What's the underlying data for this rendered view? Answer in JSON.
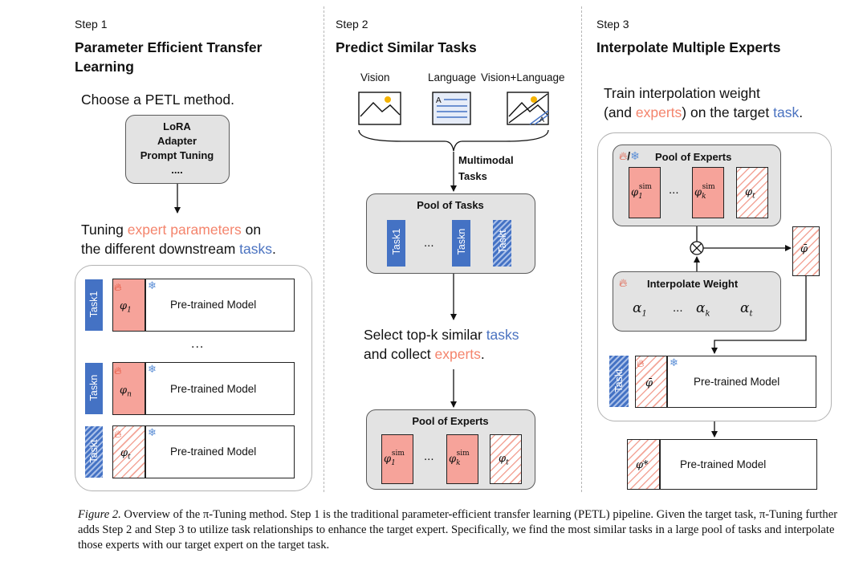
{
  "step1": {
    "step": "Step 1",
    "title": "Parameter Efficient Transfer Learning",
    "choose_text": "Choose a PETL method.",
    "methods": [
      "LoRA",
      "Adapter",
      "Prompt Tuning",
      "...."
    ],
    "tune_prefix": "Tuning ",
    "tune_highlight": "expert parameters",
    "tune_suffix": " on",
    "tune_line2_prefix": "the different downstream ",
    "tune_line2_highlight": "tasks",
    "tune_line2_suffix": ".",
    "rows": [
      {
        "task": "Task1",
        "expert": "φ",
        "sub": "1",
        "model": "Pre-trained Model",
        "hatched": false
      },
      {
        "task": "Taskn",
        "expert": "φ",
        "sub": "n",
        "model": "Pre-trained Model",
        "hatched": false
      },
      {
        "task": "Taskt",
        "expert": "φ",
        "sub": "t",
        "model": "Pre-trained Model",
        "hatched": true
      }
    ],
    "ellipsis": "..."
  },
  "step2": {
    "step": "Step 2",
    "title": "Predict Similar Tasks",
    "modalities": [
      "Vision",
      "Language",
      "Vision+Language"
    ],
    "multimodal": "Multimodal",
    "tasks_label": "Tasks",
    "pool_tasks": "Pool of Tasks",
    "task_bars": [
      "Task1",
      "Taskn",
      "Taskt"
    ],
    "ellipsis": "...",
    "select_prefix": "Select top-k similar ",
    "select_highlight": "tasks",
    "collect_prefix": "and collect ",
    "collect_highlight": "experts",
    "collect_suffix": ".",
    "pool_experts": "Pool of Experts",
    "experts": [
      "φ1sim",
      "φksim",
      "φt"
    ]
  },
  "step3": {
    "step": "Step 3",
    "title": "Interpolate Multiple Experts",
    "train_line1": "Train interpolation weight",
    "train_prefix": "(and ",
    "train_highlight": "experts",
    "train_mid": ") on the target ",
    "train_highlight2": "task",
    "train_suffix": ".",
    "pool_experts": "Pool of Experts",
    "interp_weight": "Interpolate Weight",
    "alphas": [
      "α1",
      "...",
      "αk",
      "αt"
    ],
    "phi_bar": "φ̄",
    "task_label": "Taskt",
    "model": "Pre-trained Model",
    "final_expert": "φ*",
    "final_model": "Pre-trained Model"
  },
  "caption": {
    "label": "Figure 2.",
    "text": " Overview of the π-Tuning method. Step 1 is the traditional parameter-efficient transfer learning (PETL) pipeline. Given the target task, π-Tuning further adds Step 2 and Step 3 to utilize task relationships to enhance the target expert. Specifically, we find the most similar tasks in a large pool of tasks and interpolate those experts with our target expert on the target task."
  },
  "colors": {
    "expert": "#f6a39a",
    "task": "#4472c4",
    "orange_text": "#f4846c",
    "blue_text": "#4a72c0",
    "grey": "#e3e3e3"
  }
}
